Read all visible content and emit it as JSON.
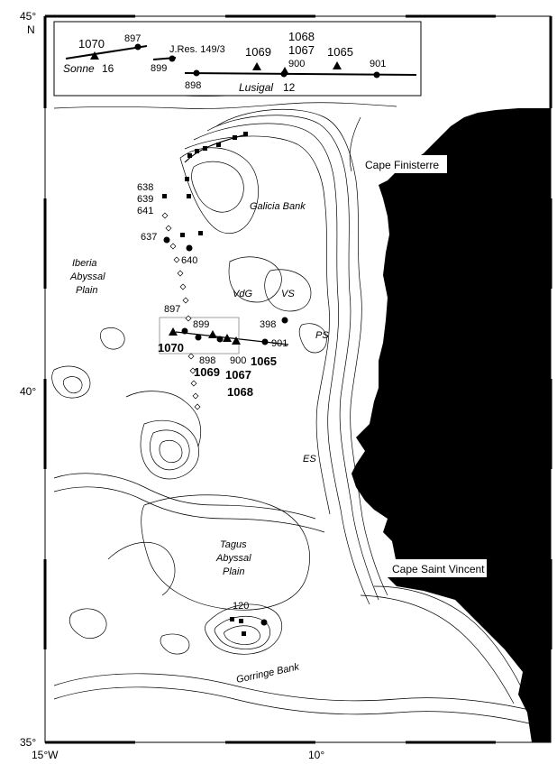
{
  "axes": {
    "lat_45": "45°",
    "lat_N": "N",
    "lat_40": "40°",
    "lat_35": "35°",
    "lon_15W": "15°W",
    "lon_10": "10°"
  },
  "inset": {
    "line_sonne": "Sonne",
    "line_sonne_num": "16",
    "line_jres": "J.Res. 149/3",
    "line_lusigal": "Lusigal",
    "line_lusigal_num": "12",
    "sites": {
      "s1070": "1070",
      "s897": "897",
      "s899": "899",
      "s898": "898",
      "s1069": "1069",
      "s1068": "1068",
      "s1067": "1067",
      "s900": "900",
      "s1065": "1065",
      "s901": "901"
    }
  },
  "places": {
    "cape_finisterre": "Cape Finisterre",
    "cape_saint_vincent": "Cape Saint Vincent",
    "iberia": "Iberia",
    "galicia_bank": "Galicia Bank",
    "iberia_abyssal_1": "Iberia",
    "iberia_abyssal_2": "Abyssal",
    "iberia_abyssal_3": "Plain",
    "vdg": "VdG",
    "vs": "VS",
    "ps": "PS",
    "es": "ES",
    "tagus_1": "Tagus",
    "tagus_2": "Abyssal",
    "tagus_3": "Plain",
    "gorringe": "Gorringe Bank"
  },
  "sites": {
    "s638": "638",
    "s639": "639",
    "s641": "641",
    "s637": "637",
    "s640": "640",
    "s897": "897",
    "s899": "899",
    "s398": "398",
    "s1070": "1070",
    "s898": "898",
    "s900": "900",
    "s1065": "1065",
    "s901": "901",
    "s1069": "1069",
    "s1067": "1067",
    "s1068": "1068",
    "s120": "120"
  },
  "colors": {
    "land": "#000000",
    "ocean": "#ffffff",
    "lines": "#000000"
  }
}
